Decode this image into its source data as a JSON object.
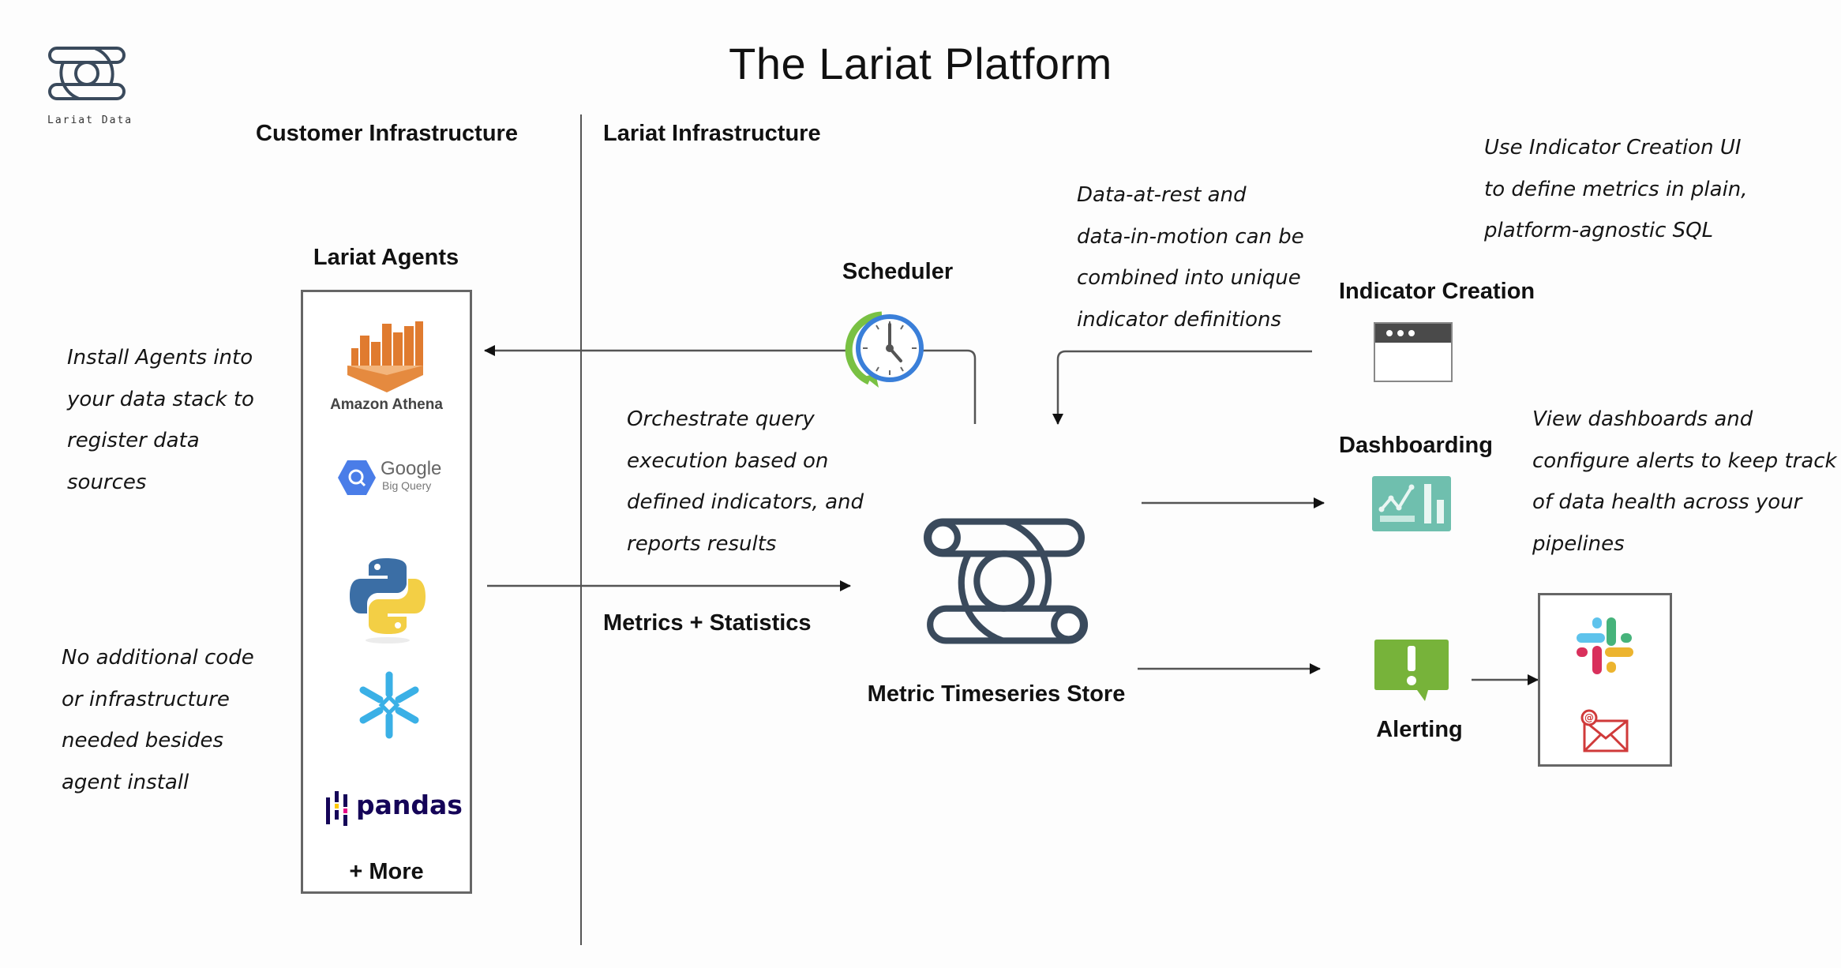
{
  "title": "The Lariat Platform",
  "brand": {
    "logo_caption": "Lariat Data",
    "logo_icon": "lariat-logo-icon"
  },
  "sections": {
    "customer_infra": "Customer Infrastructure",
    "lariat_infra": "Lariat Infrastructure"
  },
  "agents": {
    "heading": "Lariat Agents",
    "items": [
      {
        "name": "Amazon Athena",
        "icon": "amazon-athena-icon"
      },
      {
        "name_line1": "Google",
        "name_line2": "Big Query",
        "icon": "google-bigquery-icon"
      },
      {
        "name": "Python",
        "icon": "python-icon"
      },
      {
        "name": "Snowflake",
        "icon": "snowflake-icon"
      },
      {
        "name": "pandas",
        "icon": "pandas-icon"
      }
    ],
    "more": "+ More"
  },
  "notes": {
    "install_agents": [
      "Install Agents into",
      "your data stack to",
      "register data",
      "sources"
    ],
    "no_code": [
      "No additional code",
      "or infrastructure",
      "needed besides",
      "agent install"
    ],
    "orchestrate": [
      "Orchestrate query",
      "execution based on",
      "defined indicators, and",
      "reports results"
    ],
    "data_at_rest": [
      "Data-at-rest and",
      "data-in-motion can be",
      "combined into unique",
      "indicator definitions"
    ],
    "indicator_ui": [
      "Use Indicator Creation UI",
      "to define metrics in plain,",
      "platform-agnostic SQL"
    ],
    "dashboards": [
      "View dashboards and",
      "configure alerts to keep track",
      "of data health across your",
      "pipelines"
    ]
  },
  "components": {
    "scheduler": "Scheduler",
    "metrics_stats": "Metrics + Statistics",
    "store": "Metric Timeseries Store",
    "indicator_creation": "Indicator Creation",
    "dashboarding": "Dashboarding",
    "alerting": "Alerting"
  },
  "notification_channels": [
    {
      "name": "Slack",
      "icon": "slack-icon"
    },
    {
      "name": "Email",
      "icon": "email-icon"
    }
  ],
  "colors": {
    "logo": "#3a4a5c",
    "athena": "#e07b2f",
    "bigquery": "#4a7de8",
    "python_blue": "#3b6ea5",
    "python_yellow": "#f3cf45",
    "snowflake": "#3ab0e6",
    "pandas": "#150458",
    "dashboard": "#6fbfae",
    "alert": "#77b33a",
    "email": "#d03a3a",
    "clock_ring": "#3a7fd9",
    "clock_arrow": "#79c143"
  }
}
